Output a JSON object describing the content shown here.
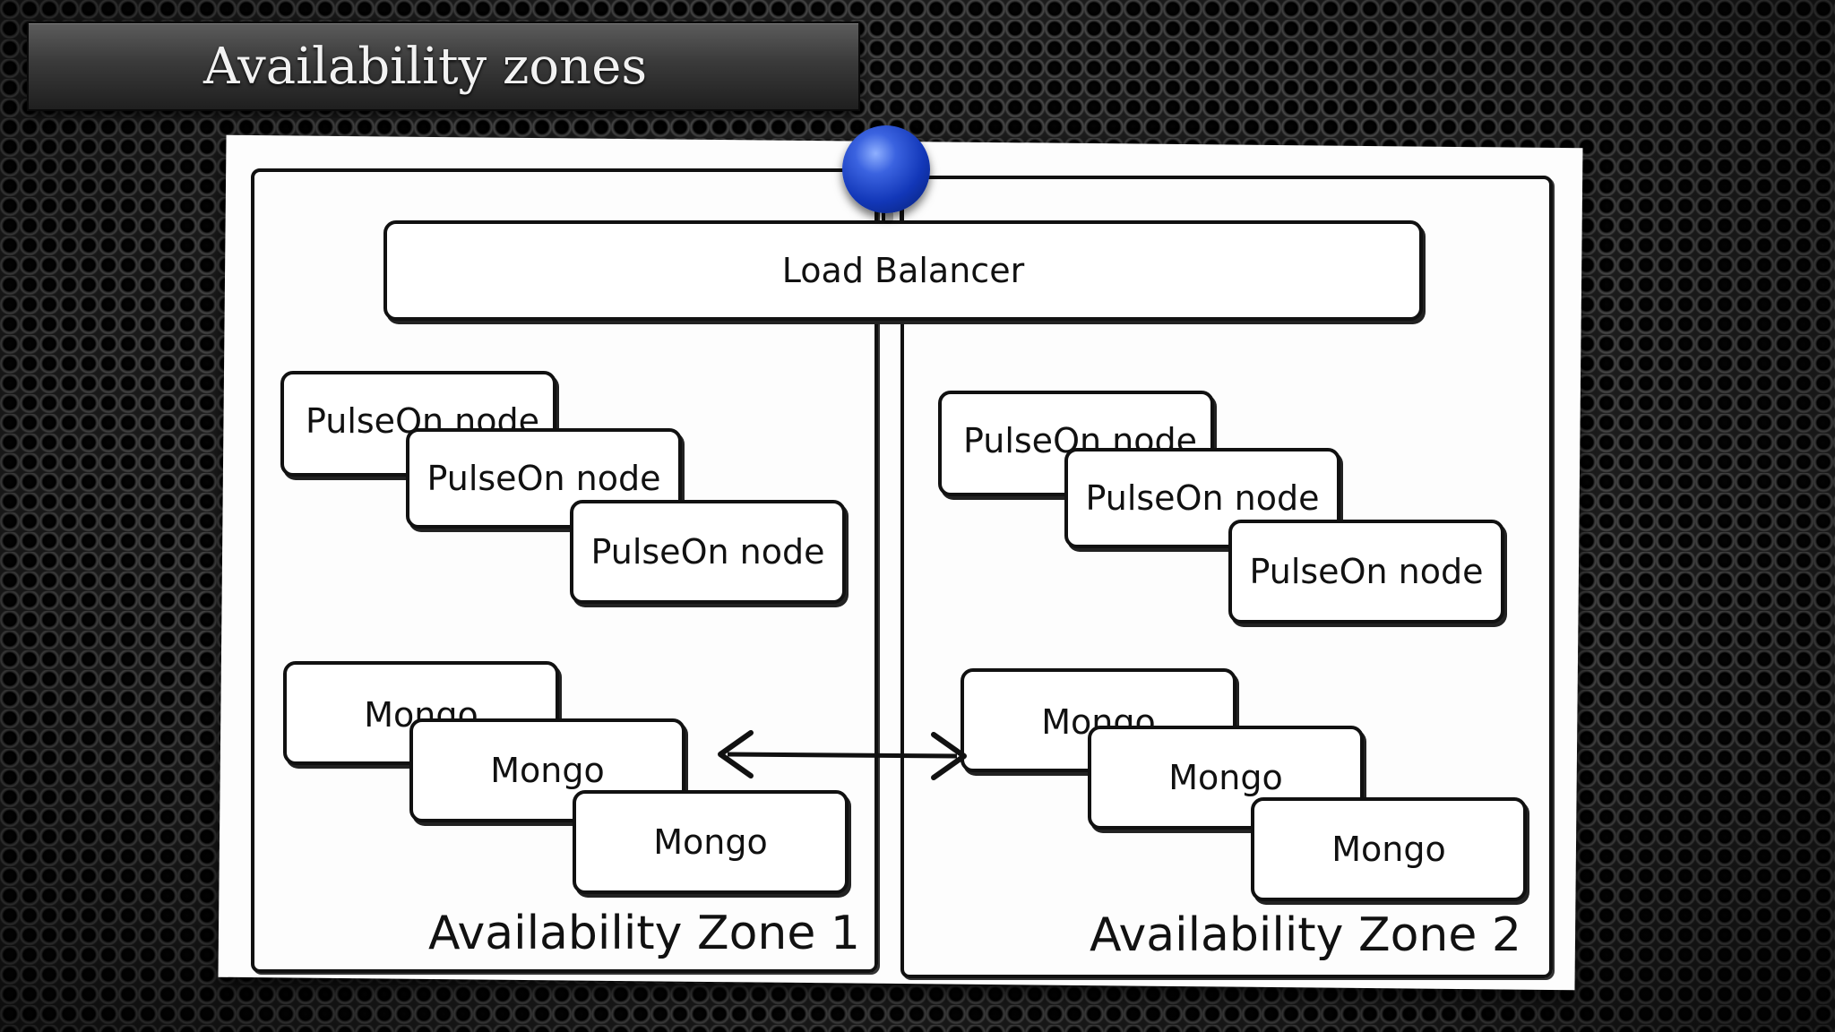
{
  "title": "Availability zones",
  "diagram": {
    "load_balancer": "Load Balancer",
    "zones": [
      {
        "label": "Availability Zone 1",
        "pulseon_nodes": [
          "PulseOn node",
          "PulseOn node",
          "PulseOn node"
        ],
        "mongo_nodes": [
          "Mongo",
          "Mongo",
          "Mongo"
        ]
      },
      {
        "label": "Availability Zone 2",
        "pulseon_nodes": [
          "PulseOn node",
          "PulseOn node",
          "PulseOn node"
        ],
        "mongo_nodes": [
          "Mongo",
          "Mongo",
          "Mongo"
        ]
      }
    ],
    "replication_link": "bidirectional-arrow"
  },
  "colors": {
    "pin": "#1237b8",
    "paper": "#fdfdfd",
    "ink": "#111111"
  }
}
